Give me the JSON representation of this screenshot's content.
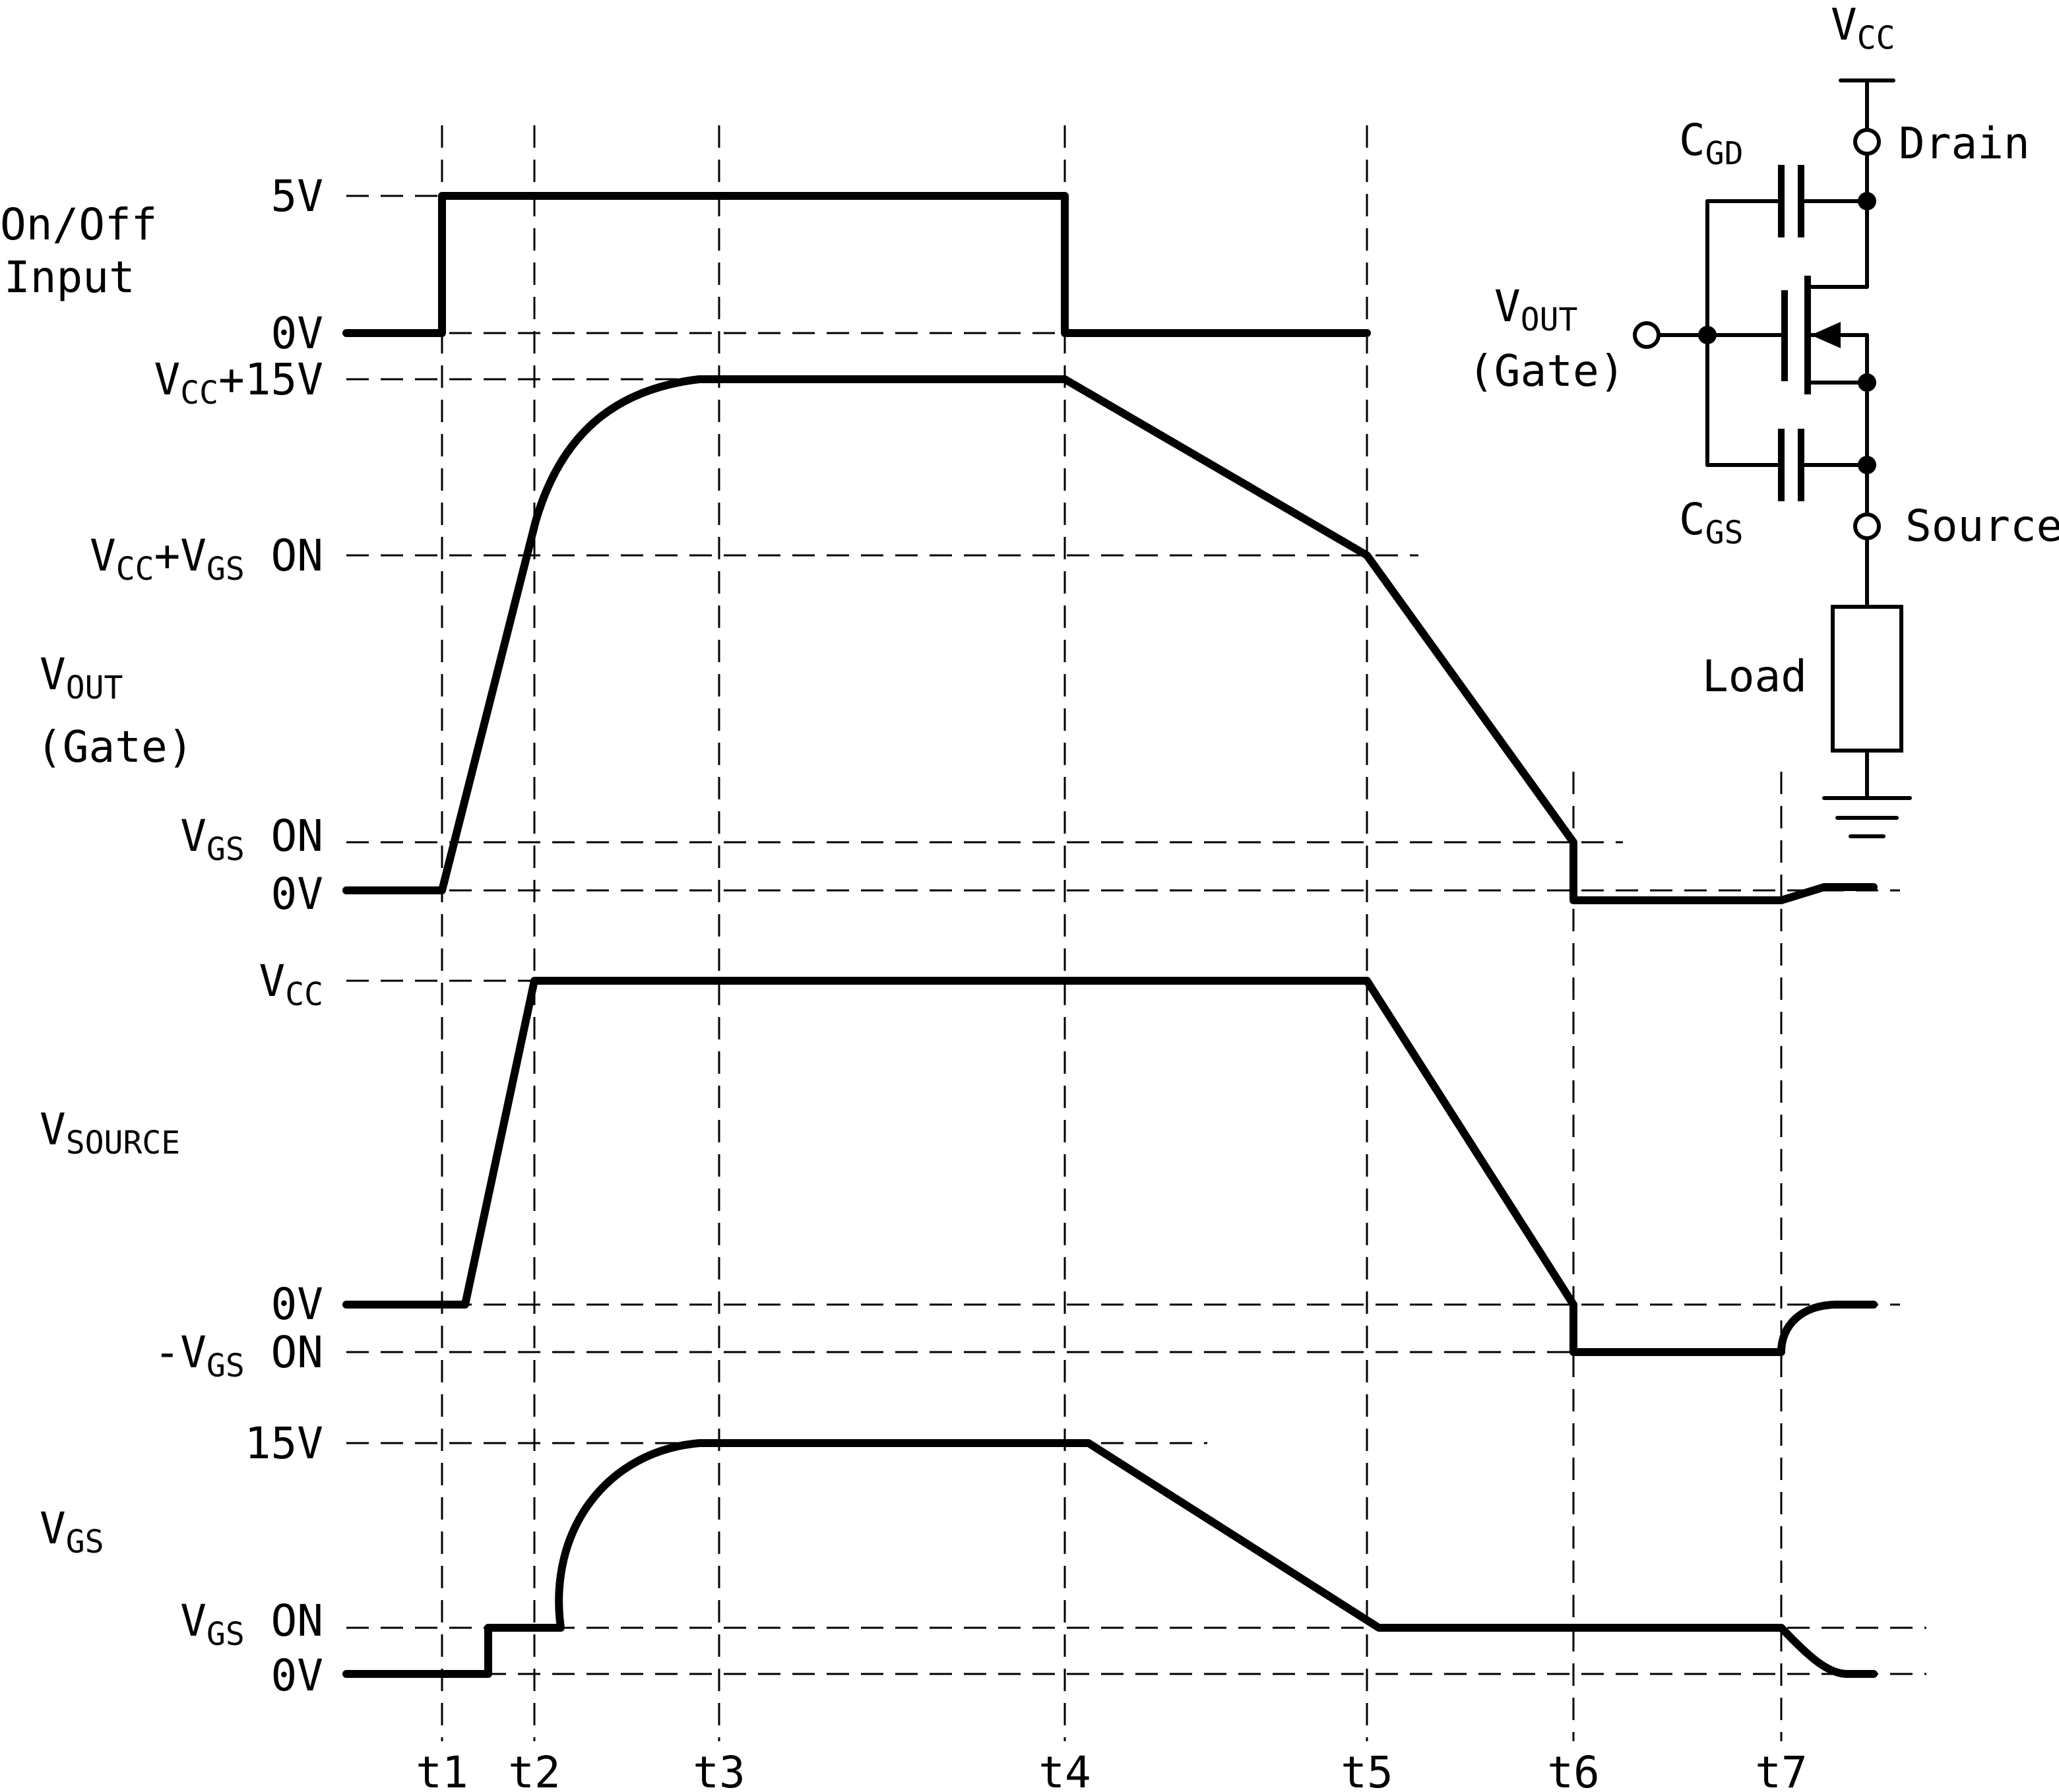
{
  "title": "",
  "colors": {
    "stroke": "#000000",
    "background": "#ffffff"
  },
  "signals": {
    "input": {
      "name": "On/Off",
      "name2": "Input"
    },
    "vout": {
      "base": "V",
      "sub": "OUT",
      "line2": "(Gate)"
    },
    "vsource": {
      "base": "V",
      "sub": "SOURCE"
    },
    "vgs": {
      "base": "V",
      "sub": "GS"
    }
  },
  "levels": {
    "input_high": "5V",
    "input_low": "0V",
    "vout_top": {
      "base": "V",
      "sub": "CC",
      "tail": "+15V"
    },
    "vout_mid": {
      "base1": "V",
      "sub1": "CC",
      "plus": "+",
      "base2": "V",
      "sub2": "GS",
      "tail": " ON"
    },
    "vout_vgs_on": {
      "base": "V",
      "sub": "GS",
      "tail": " ON"
    },
    "vout_zero": "0V",
    "vsource_top": {
      "base": "V",
      "sub": "CC"
    },
    "vsource_zero": "0V",
    "vsource_neg": {
      "base": "-V",
      "sub": "GS",
      "tail": " ON"
    },
    "vgs_top": "15V",
    "vgs_on": {
      "base": "V",
      "sub": "GS",
      "tail": " ON"
    },
    "vgs_zero": "0V"
  },
  "time_markers": [
    "t1",
    "t2",
    "t3",
    "t4",
    "t5",
    "t6",
    "t7"
  ],
  "circuit": {
    "supply": {
      "base": "V",
      "sub": "CC"
    },
    "drain": "Drain",
    "source": "Source",
    "cgd": {
      "base": "C",
      "sub": "GD"
    },
    "cgs": {
      "base": "C",
      "sub": "GS"
    },
    "gate_base": "V",
    "gate_sub": "OUT",
    "gate_line2": "(Gate)",
    "load": "Load",
    "ground_icon": "ground-icon"
  }
}
